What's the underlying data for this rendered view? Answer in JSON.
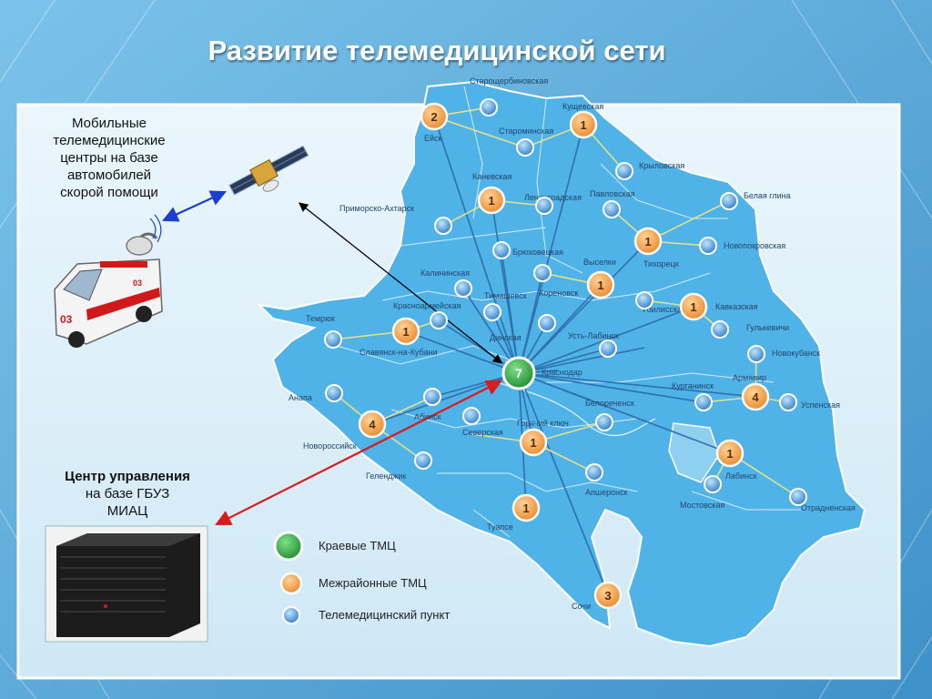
{
  "title": "Развитие телемедицинской сети",
  "mobile_caption": {
    "lines": [
      "Мобильные",
      "телемедицинские",
      "центры на базе",
      "автомобилей",
      "скорой помощи"
    ]
  },
  "control_caption": {
    "line1": "Центр управления",
    "line2": "на базе ГБУЗ",
    "line3": "МИАЦ"
  },
  "legend": {
    "regional": "Краевые ТМЦ",
    "interdistrict": "Межрайонные ТМЦ",
    "point": "Телемедицинский пункт"
  },
  "hub": {
    "label": "7",
    "place": "Краснодар"
  },
  "ambulance_text": "03",
  "places": [
    "Старощербиновская",
    "Ейск",
    "Староминская",
    "Кущевская",
    "Крыловская",
    "Каневская",
    "Ленинградская",
    "Павловская",
    "Белая глина",
    "Приморско-Ахтарск",
    "Брюховецкая",
    "Выселки",
    "Тихорецк",
    "Новопокровская",
    "Калининская",
    "Кореновск",
    "Тимашевск",
    "Красноармейская",
    "Кавказская",
    "Тбилисская",
    "Темрюк",
    "Славянск-на-Кубани",
    "Динская",
    "Усть-Лабинск",
    "Гулькевичи",
    "Новокубанск",
    "Армавир",
    "Курганинск",
    "Успенская",
    "Анапа",
    "Абинск",
    "Белореченск",
    "Горячий ключ",
    "Северская",
    "Новороссийск",
    "Лабинск",
    "Геленджик",
    "Апшеронск",
    "Мостовская",
    "Отрадненская",
    "Туапсе",
    "Сочи"
  ],
  "interdistrict_centers": [
    {
      "id": "yeysk",
      "label": "2"
    },
    {
      "id": "kushchevskaya",
      "label": "1"
    },
    {
      "id": "kanevskaya",
      "label": "1"
    },
    {
      "id": "tikhoretsk",
      "label": "1"
    },
    {
      "id": "korenovsk",
      "label": "1"
    },
    {
      "id": "kavkazskaya",
      "label": "1"
    },
    {
      "id": "slavyansk",
      "label": "1"
    },
    {
      "id": "novorossiysk",
      "label": "4"
    },
    {
      "id": "armavir",
      "label": "4"
    },
    {
      "id": "goryachiy",
      "label": "1"
    },
    {
      "id": "labinsk",
      "label": "1"
    },
    {
      "id": "tuapse",
      "label": "1"
    },
    {
      "id": "sochi",
      "label": "3"
    }
  ],
  "colors": {
    "background": "#5aa9d6",
    "map_region": "#4fb3e8",
    "map_border": "#ffffff",
    "hub": "#2f9e3f",
    "interdistrict": "#f3a04a",
    "point": "#3a86c9",
    "link_main": "#2e6fae",
    "link_secondary": "#e6e08a",
    "arrow_blue": "#1c3fd0",
    "arrow_red": "#d81b1b",
    "arrow_black": "#000000"
  }
}
